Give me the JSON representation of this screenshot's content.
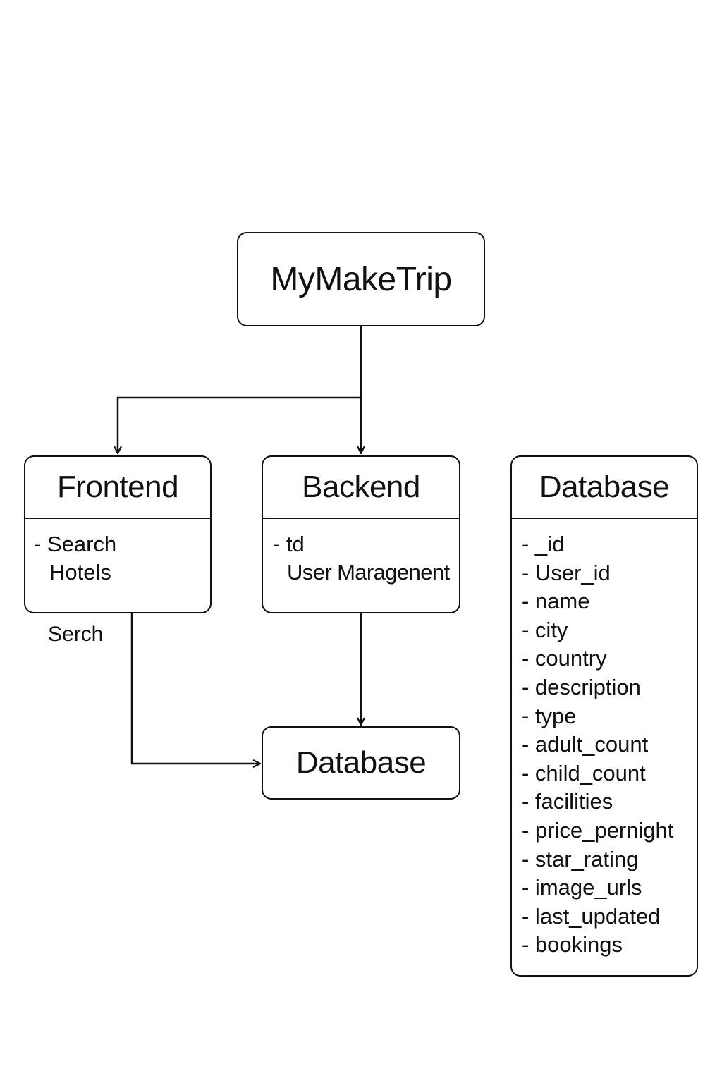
{
  "title": "MyMakeTrip",
  "frontend": {
    "title": "Frontend",
    "items": [
      "- Search",
      "Hotels"
    ]
  },
  "backend": {
    "title": "Backend",
    "items": [
      "- td",
      "User Maragenent"
    ]
  },
  "database_schema": {
    "title": "Database",
    "fields": [
      "- _id",
      "- User_id",
      "- name",
      "- city",
      "- country",
      "- description",
      "- type",
      "- adult_count",
      "- child_count",
      "- facilities",
      "- price_pernight",
      "- star_rating",
      "- image_urls",
      "- last_updated",
      "- bookings"
    ]
  },
  "database_target": {
    "title": "Database"
  },
  "edge_labels": {
    "frontend_to_database": "Serch"
  },
  "colors": {
    "stroke": "#111111",
    "background": "#ffffff",
    "text": "#111111"
  }
}
